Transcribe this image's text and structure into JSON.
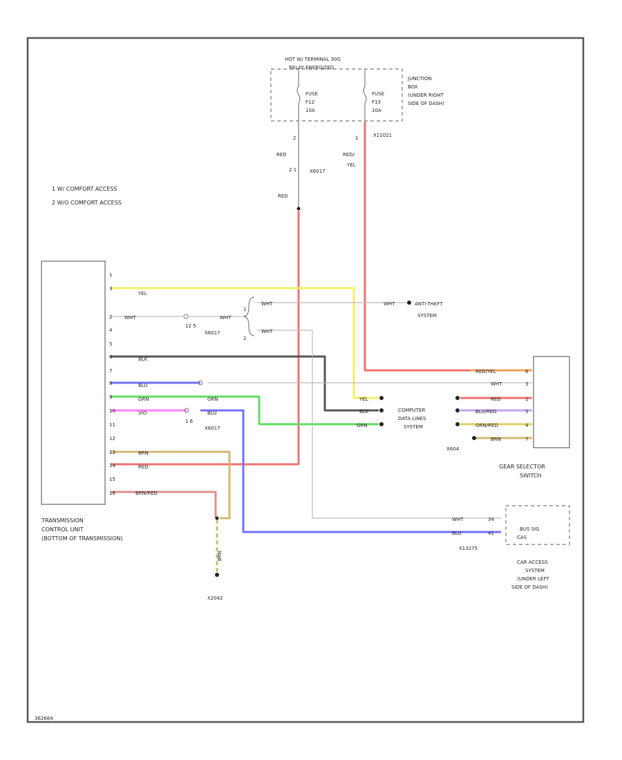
{
  "junction_box": {
    "header_line1": "HOT W/ TERMINAL 30G",
    "header_line2": "RELAY ENERGIZED",
    "fuse_a": [
      "FUSE",
      "F12",
      "10A"
    ],
    "fuse_b": [
      "FUSE",
      "F13",
      "10A"
    ],
    "label": [
      "JUNCTION",
      "BOX",
      "(UNDER RIGHT",
      "SIDE OF DASH)"
    ],
    "pin_a": "2",
    "pin_b": "1",
    "connector_b": "X11021"
  },
  "notes": {
    "note1": "1   W/ COMFORT ACCESS",
    "note2": "2   W/O COMFORT ACCESS"
  },
  "upper_wires": {
    "red_a1": "RED",
    "red_a2": "RED",
    "red_b": [
      "RED/",
      "YEL"
    ],
    "conn_a": "X6017",
    "conn_a_pins": "2   1"
  },
  "tcu": {
    "label": [
      "TRANSMISSION",
      "CONTROL UNIT",
      "(BOTTOM OF TRANSMISSION)"
    ],
    "pins": [
      "1",
      "3",
      "2",
      "4",
      "5",
      "6",
      "7",
      "8",
      "9",
      "10",
      "11",
      "12",
      "13",
      "14",
      "15",
      "16"
    ]
  },
  "wires": {
    "yel": "YEL",
    "wht1": "WHT",
    "wht2": "WHT",
    "conn_x6017b": "X6017",
    "x6017b_pins": "12   5",
    "wht_branch1": "WHT",
    "wht_branch2": "WHT",
    "wht_anti": "WHT",
    "blk": "BLK",
    "blu": "BLU",
    "grn": "GRN",
    "vio": "VIO",
    "grn2": "GRN",
    "blu2": "BLU",
    "conn_x6018": "X6017",
    "conn_x6018_pins": "1    6",
    "brn": "BRN",
    "red": "RED",
    "brn_red": "BRN/RED",
    "ground_brn": "BRN"
  },
  "branch_nums": {
    "one": "1",
    "two": "2"
  },
  "anti_theft": [
    "ANTI-THEFT",
    "SYSTEM"
  ],
  "computer": {
    "label": [
      "COMPUTER",
      "DATA LINES",
      "SYSTEM"
    ],
    "yel": "YEL",
    "blk": "BLK",
    "grn": "GRN"
  },
  "gear_selector": {
    "label": [
      "GEAR SELECTOR",
      "SWITCH"
    ],
    "wires": [
      "RED/YEL",
      "WHT",
      "RED",
      "BLU/RED",
      "ORN/RED",
      "BRN"
    ],
    "pins": [
      "6",
      "3",
      "1",
      "5",
      "4",
      "7"
    ],
    "ground": "X604"
  },
  "car_access": {
    "label": [
      "CAR ACCESS",
      "SYSTEM",
      "(UNDER LEFT",
      "SIDE OF DASH)"
    ],
    "inner": [
      "BUS SIG",
      "CAS"
    ],
    "wires": [
      "WHT",
      "BLU"
    ],
    "pins": [
      "34",
      "41"
    ],
    "connector": "X13275"
  },
  "ground": {
    "label": "X2042"
  },
  "page_id": "362664"
}
